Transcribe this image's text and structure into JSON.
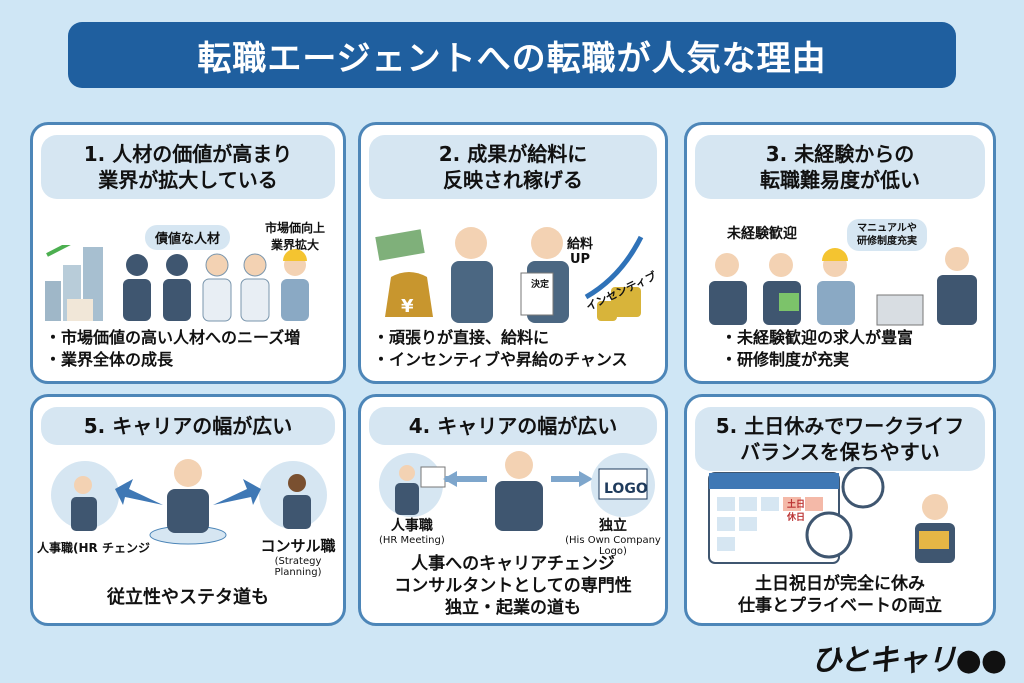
{
  "title": "転職エージェントへの転職が人気な理由",
  "cards": [
    {
      "heading": "1. 人材の価値が高まり\n業界が拡大している",
      "tag": "債値な人材",
      "side": "市場価向上\n業界拡大",
      "bullets": [
        "・市場価値の高い人材へのニーズ増",
        "・業界全体の成長"
      ]
    },
    {
      "heading": "2. 成果が給料に\n反映され稼げる",
      "labels": {
        "salary": "給料\nUP",
        "incentive": "インセンティブ",
        "decision": "決定",
        "yen": "¥"
      },
      "bullets": [
        "・頑張りが直接、給料に",
        "・インセンティブや昇給のチャンス"
      ]
    },
    {
      "heading": "3. 未経験からの\n転職難易度が低い",
      "tag": "未経験歓迎",
      "bubble": "マニュアルや\n研修制度充実",
      "bullets": [
        "・未経験歓迎の求人が豊富",
        "・研修制度が充実"
      ]
    },
    {
      "heading": "5. キャリアの幅が広い",
      "left": "人事職(HR チェンジ",
      "right": "コンサル職",
      "right_sub": "(Strategy Planning)",
      "text": "従立性やステタ道も"
    },
    {
      "heading": "4. キャリアの幅が広い",
      "left": "人事職",
      "left_sub": "(HR Meeting)",
      "right": "独立",
      "right_sub": "(His Own Company Logo)",
      "logo_text": "LOGO",
      "lines": [
        "人事へのキャリアチェンジ",
        "コンサルタントとしての専門性",
        "独立・起業の道も"
      ]
    },
    {
      "heading": "5. 土日休みでワークライフ\nバランスを保ちやすい",
      "calendar": "土日\n休日",
      "lines": [
        "土日祝日が完全に休み",
        "仕事とプライベートの両立"
      ]
    }
  ],
  "brand_logo": "ひとキャリ",
  "colors": {
    "title_bg": "#1f5f9f",
    "card_border": "#4d86b8",
    "pill_bg": "#d6e6f2",
    "background": "#cfe6f5"
  }
}
